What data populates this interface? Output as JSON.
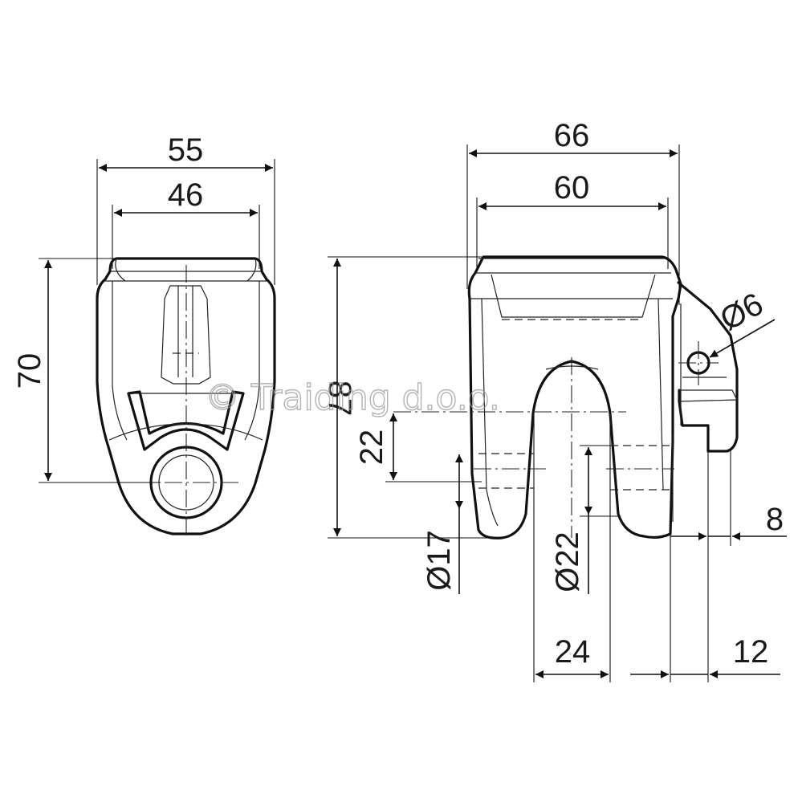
{
  "dimensions": {
    "front_width_outer": "55",
    "front_width_inner": "46",
    "front_height": "70",
    "side_width_outer": "66",
    "side_width_inner": "60",
    "side_height": "87",
    "hole_offset": "22",
    "hole_dia_pin": "Ø6",
    "bore_small": "Ø17",
    "bore_large": "Ø22",
    "slot_width": "24",
    "flange_thickness": "12",
    "flange_offset": "8"
  },
  "watermark": "© Traiding d.o.o."
}
